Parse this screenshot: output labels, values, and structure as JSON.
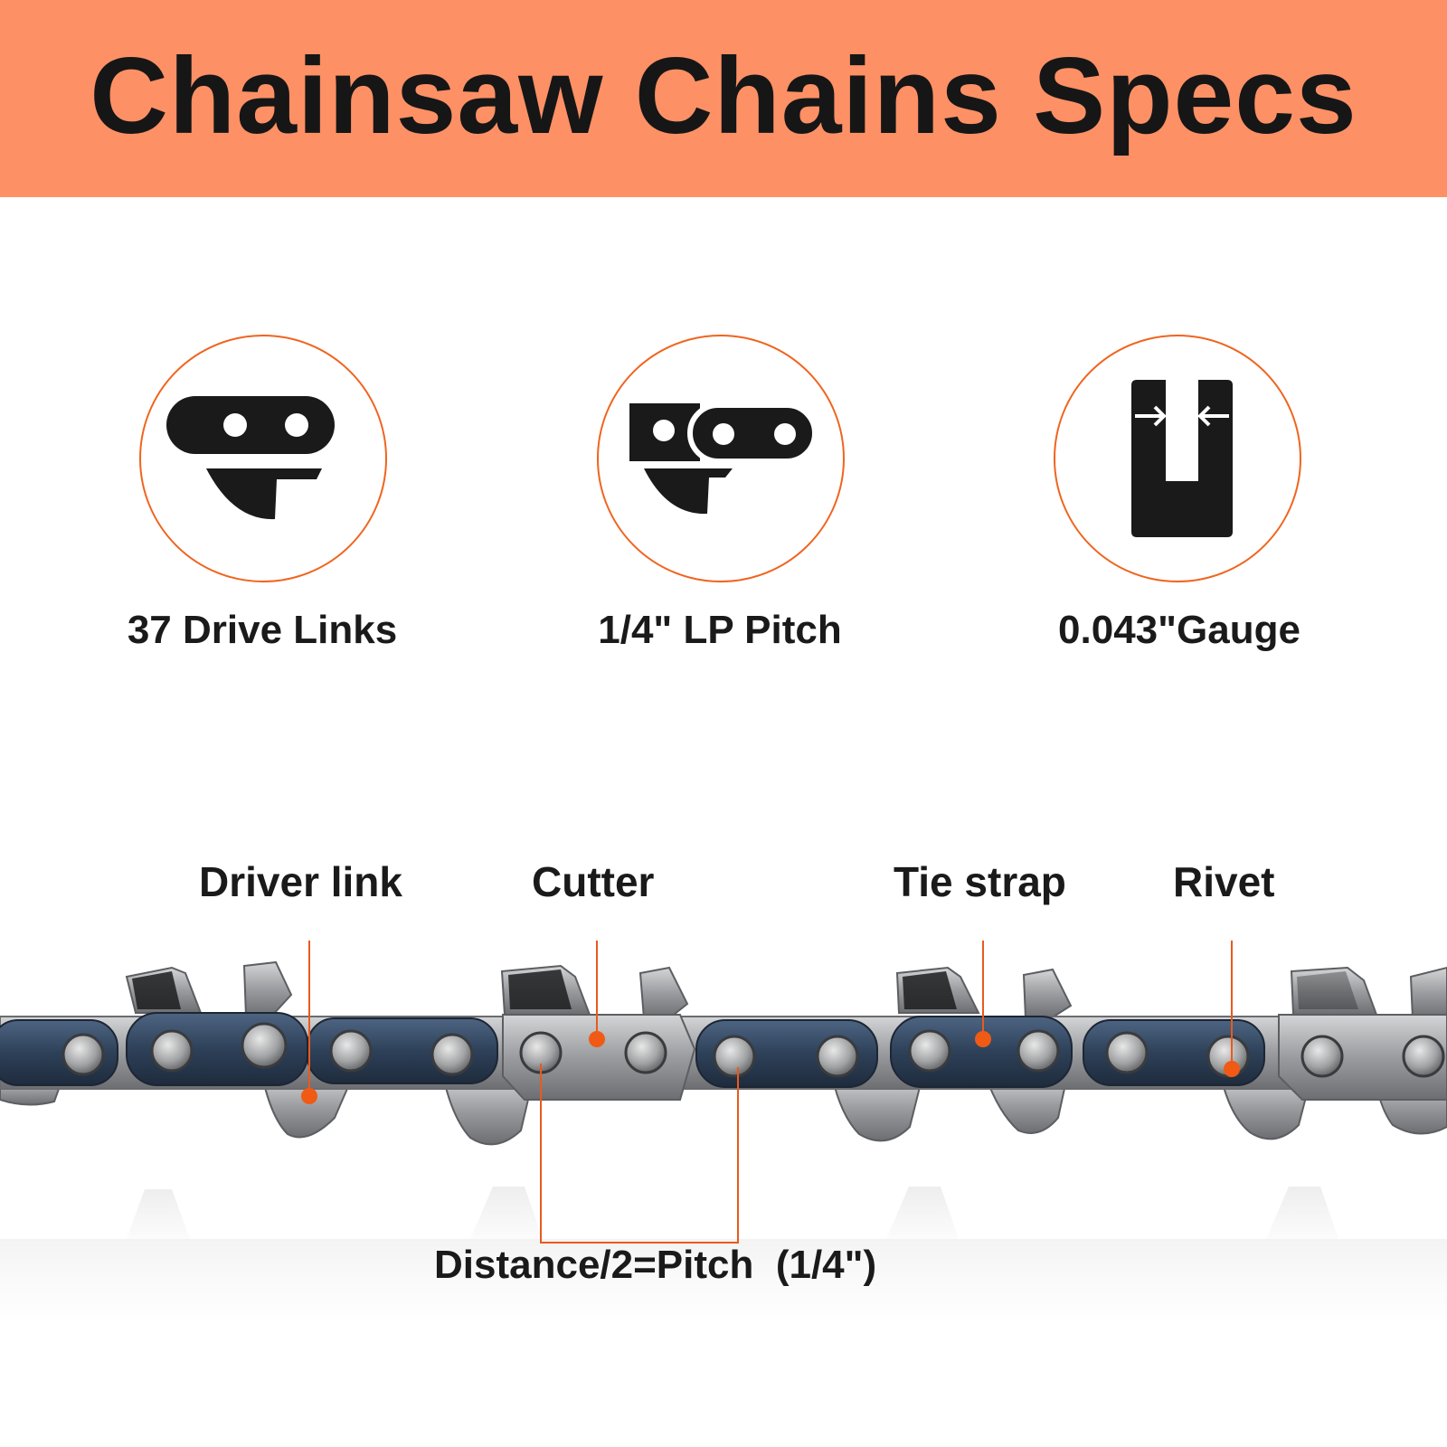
{
  "title": "Chainsaw Chains Specs",
  "colors": {
    "header_bg": "#fd9065",
    "accent": "#f0641e",
    "icon": "#1a1a1a",
    "chain_blue": "#33475f",
    "chain_silver": "#a6a8ab"
  },
  "specs": [
    {
      "label": "37 Drive Links",
      "icon": "drive-link-icon"
    },
    {
      "label": "1/4\" LP Pitch",
      "icon": "chain-pitch-icon"
    },
    {
      "label": "0.043\"Gauge",
      "icon": "gauge-icon"
    }
  ],
  "diagram": {
    "labels": {
      "driver_link": "Driver link",
      "cutter": "Cutter",
      "tie_strap": "Tie strap",
      "rivet": "Rivet"
    },
    "pitch_note": "Distance/2=Pitch  (1/4\")"
  }
}
